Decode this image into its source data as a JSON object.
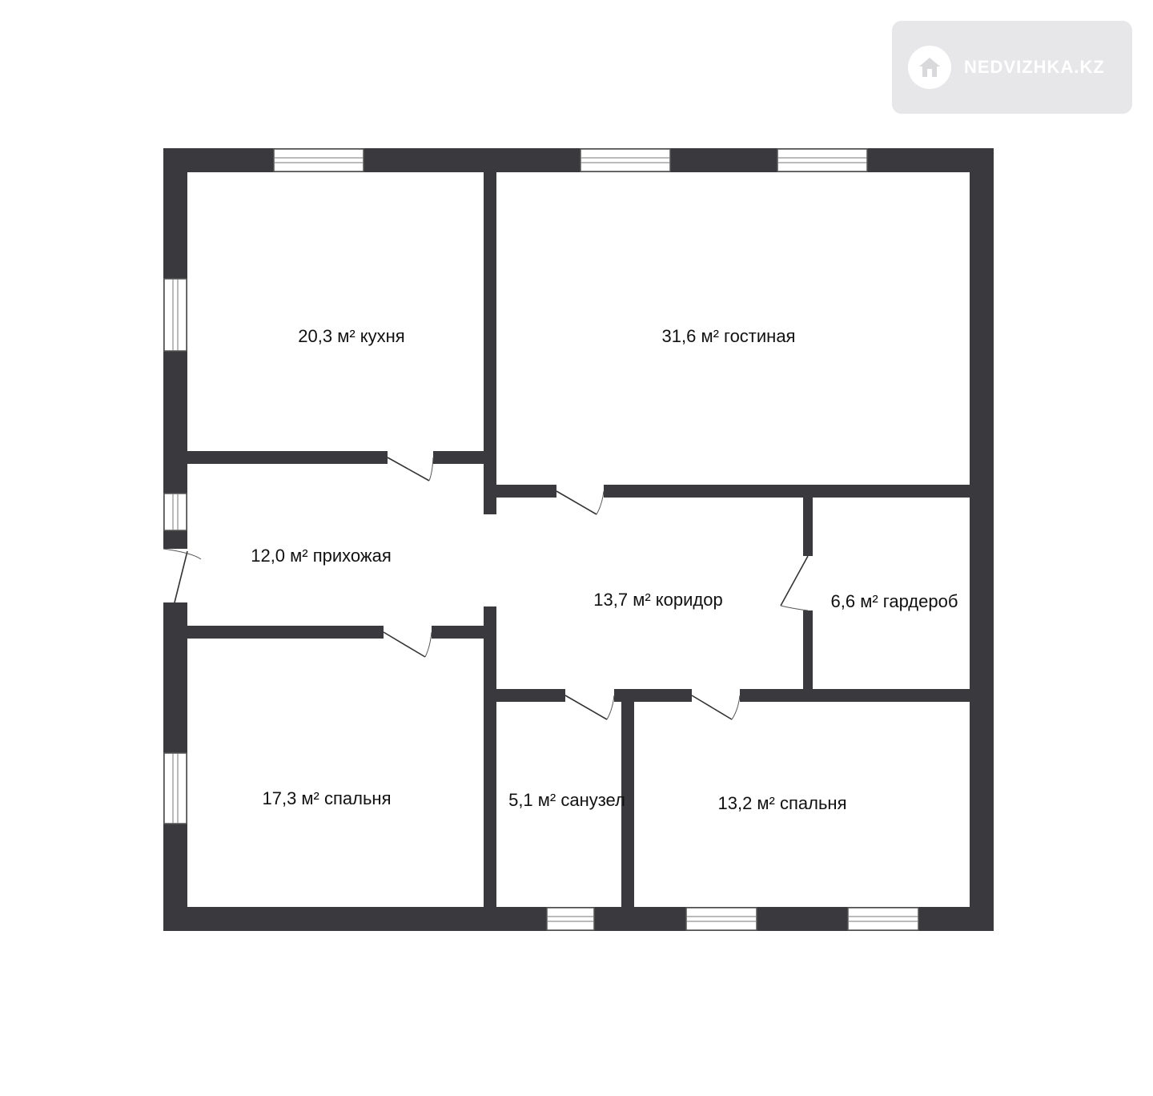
{
  "watermark": {
    "brand": "NEDVIZHKA.KZ"
  },
  "rooms": [
    {
      "id": "kitchen",
      "label": "20,3  м² кухня"
    },
    {
      "id": "living",
      "label": "31,6 м² гостиная"
    },
    {
      "id": "hall",
      "label": "12,0 м² прихожая"
    },
    {
      "id": "corridor",
      "label": "13,7 м² коридор"
    },
    {
      "id": "wardrobe",
      "label": "6,6 м² гардероб"
    },
    {
      "id": "bedroom1",
      "label": "17,3 м² спальня"
    },
    {
      "id": "bathroom",
      "label": "5,1 м² санузел"
    },
    {
      "id": "bedroom2",
      "label": "13,2 м² спальня"
    }
  ],
  "colors": {
    "wall": "#3a3a3e",
    "background": "#ffffff",
    "watermark_bg": "#e7e7e9"
  }
}
